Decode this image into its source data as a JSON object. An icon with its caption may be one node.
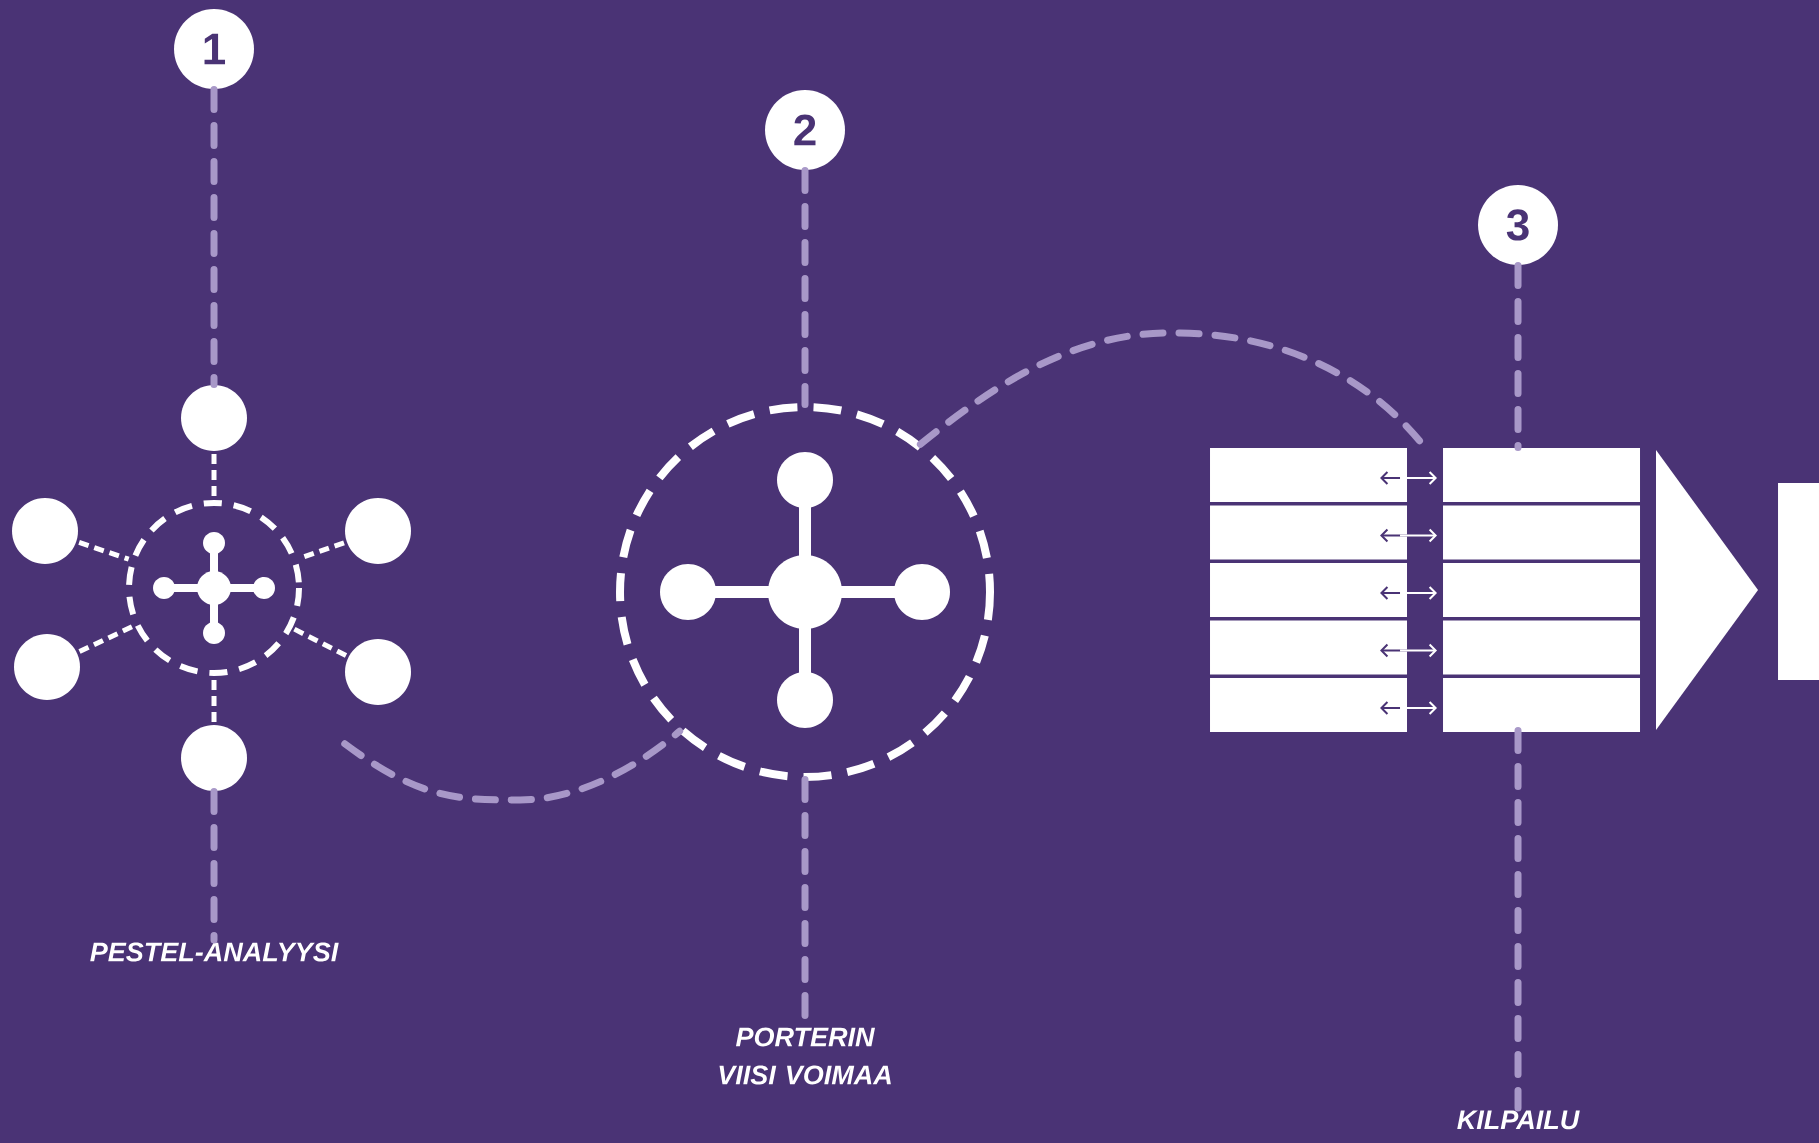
{
  "diagram": {
    "nodes": [
      {
        "text": [
          "1"
        ]
      },
      {
        "text": [
          "2"
        ]
      },
      {
        "text": [
          "3"
        ]
      },
      {
        "text": [
          "PESTEL-ANALYYSI"
        ]
      },
      {
        "text": [
          "PORTERIN VIISI VOIMAA"
        ]
      },
      {
        "text": [
          "KILPAILU"
        ]
      },
      {
        "text": [],
        "shape": "network"
      },
      {
        "text": [],
        "shape": "network"
      },
      {
        "text": [],
        "shape": "table"
      }
    ],
    "edges": [
      {
        "from": 0,
        "to": 6,
        "arrow": "none",
        "style": "dashed"
      },
      {
        "from": 6,
        "to": 3,
        "arrow": "none",
        "style": "dashed"
      },
      {
        "from": 1,
        "to": 7,
        "arrow": "none",
        "style": "dashed"
      },
      {
        "from": 7,
        "to": 4,
        "arrow": "none",
        "style": "dashed"
      },
      {
        "from": 2,
        "to": 8,
        "arrow": "none",
        "style": "dashed"
      },
      {
        "from": 8,
        "to": 5,
        "arrow": "none",
        "style": "dashed"
      },
      {
        "from": 6,
        "to": 7,
        "arrow": "none",
        "style": "dashed"
      },
      {
        "from": 7,
        "to": 8,
        "arrow": "none",
        "style": "dashed"
      }
    ]
  }
}
